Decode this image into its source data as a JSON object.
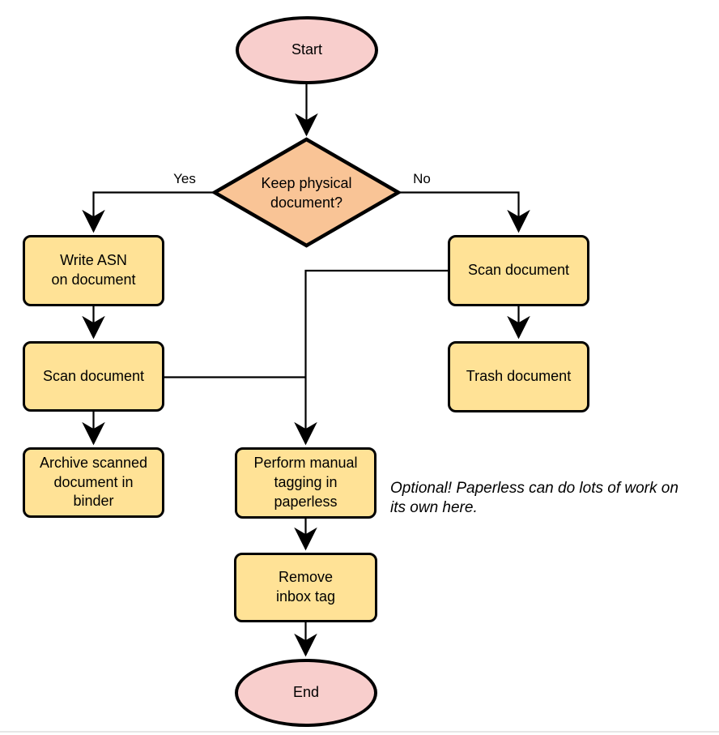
{
  "diagram": {
    "type": "flowchart",
    "colors": {
      "process_fill": "#ffe296",
      "decision_fill": "#f9c496",
      "terminator_fill": "#f8cecc",
      "border": "#000000",
      "line": "#000000"
    },
    "nodes": [
      {
        "id": "start",
        "type": "terminator",
        "label": "Start"
      },
      {
        "id": "decision",
        "type": "decision",
        "label": "Keep physical\ndocument?"
      },
      {
        "id": "write-asn",
        "type": "process",
        "label": "Write ASN\non document"
      },
      {
        "id": "scan-left",
        "type": "process",
        "label": "Scan document"
      },
      {
        "id": "archive",
        "type": "process",
        "label": "Archive scanned\ndocument in\nbinder"
      },
      {
        "id": "scan-right",
        "type": "process",
        "label": "Scan document"
      },
      {
        "id": "trash",
        "type": "process",
        "label": "Trash document"
      },
      {
        "id": "tagging",
        "type": "process",
        "label": "Perform manual\ntagging in\npaperless"
      },
      {
        "id": "remove-inbox",
        "type": "process",
        "label": "Remove\ninbox tag"
      },
      {
        "id": "end",
        "type": "terminator",
        "label": "End"
      }
    ],
    "edge_labels": {
      "yes": "Yes",
      "no": "No"
    },
    "annotation": "Optional! Paperless can do lots of work on\nits own here."
  }
}
